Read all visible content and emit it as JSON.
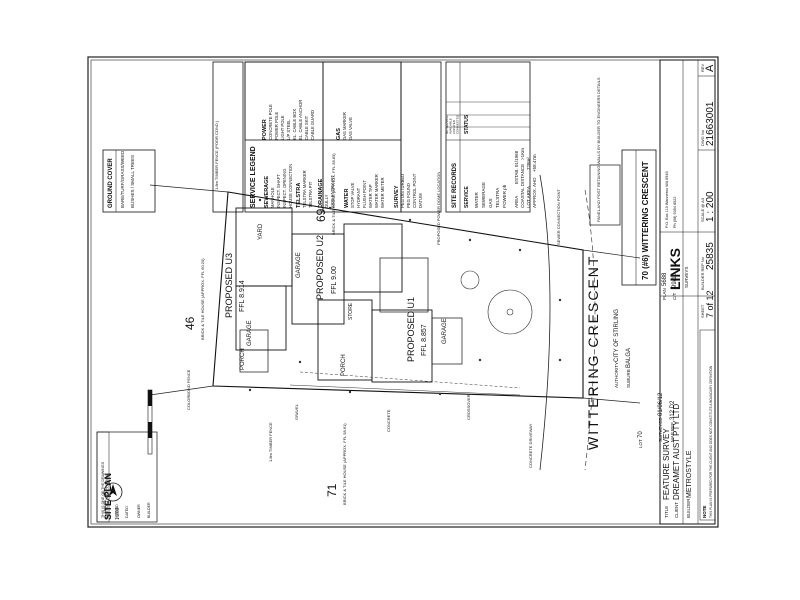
{
  "legend": {
    "title": "SERVICE LEGEND",
    "power_heading": "POWER",
    "power_items": [
      "CONCRETE POLE",
      "POWER POLE",
      "LIGHT POLE",
      "L/P STEEL",
      "EL. CABLE BOX",
      "EL. CABLE ANCHOR",
      "CABLE SKIT",
      "CABLE GUARD"
    ],
    "gas_heading": "GAS",
    "gas_items": [
      "GAS MARKER",
      "GAS VALVE"
    ],
    "sewerage_heading": "SEWERAGE",
    "sewerage_items": [
      "MANHOLE",
      "INSPECT. SHAFT",
      "INSPECT. OPENING",
      "HOUSE CONNECTION"
    ],
    "telstra_heading": "TELSTRA",
    "telstra_items": [
      "TELSTRA MARKER",
      "TELSTRA PIT"
    ],
    "drainage_heading": "DRAINAGE",
    "drainage_items": [
      "GULLY",
      "SIDE ENTRY PIT"
    ],
    "water_heading": "WATER",
    "water_items": [
      "STOP VALVE",
      "HYDRANT",
      "FLUSH POINT",
      "WATER TAP",
      "WATER MARKER",
      "WATER METER"
    ],
    "survey_heading": "SURVEY",
    "survey_items": [
      "PEG DISTURBED",
      "PEG FOUND",
      "CONTROL POINT",
      "DATUM"
    ]
  },
  "ground_cover": {
    "title": "GROUND COVER",
    "line1": "BARE/TURF/GRASS/WEED",
    "line2": "BUSHES / SMALL TREES"
  },
  "site_records": {
    "title": "SITE RECORDS",
    "col_service": "SERVICE",
    "col_status": "STATUS",
    "statuses": [
      "NO SERVICE",
      "AVAILABLE",
      "LOCATED",
      "CONNECTED"
    ],
    "rows": [
      "WATER",
      "SEWERAGE",
      "GAS",
      "TELSTRA",
      "POWER ph"
    ],
    "area_label": "AREA",
    "area_value": "ESTAB. 01/1968",
    "coastal_label": "COASTAL DISTANCE",
    "coastal_value": ">1Km",
    "lot_area_label": "LOT AREA",
    "lot_area_value": "728m²",
    "ahd_label": "APPROX. AHD",
    "ahd_value": "+58.47m"
  },
  "panel": {
    "fence_note": "PANEL AND POST RETAINING WALLS BY BUILDER TO ENGINEERS DETAILS",
    "address": "70 (#6) WITTERING CRESCENT",
    "suburb_label": "SUBURB",
    "suburb": "BALGA",
    "authority_label": "AUTHORITY",
    "authority": "CITY OF STIRLING",
    "lot_label": "LOT",
    "lot": "70",
    "plan_label": "PLAN",
    "plan": "5688",
    "surveyed_label": "SURVEYED",
    "surveyed": "01/06/12",
    "map_ref_label": "MAP REF",
    "map_ref": "312 D2",
    "cert_label": "C/T",
    "cert": "99/10"
  },
  "title_block": {
    "title_label": "TITLE",
    "title": "FEATURE SURVEY",
    "client_label": "CLIENT",
    "client": "DREAMET AUST PTY LTD",
    "builder_label": "BUILDER",
    "builder": "METROSTYLE",
    "firm": "LINKS",
    "firm_sub": "SURVEYS",
    "firm_contact": "P.O. Box 110 Wanneroo WA 6946",
    "firm_phone": "Ph (08) 9354 8522",
    "builder_rep_label": "BUILDER REP No",
    "scale_label": "SCALE @ A3",
    "scale": "1 : 200",
    "dwg_label": "DWG No",
    "dwg": "21663001",
    "sheet_label": "SHEET",
    "sheet": "7 of 12",
    "job": "25835",
    "rev_label": "REV",
    "rev": "A"
  },
  "plan": {
    "site_plan_label": "SITE PLAN",
    "site_plan_scale": "1:200",
    "street_name": "WITTERING  CRESCENT",
    "lot_46": "46",
    "lot_46_note": "BRICK & TILE HOUSE (APPROX. FFL 60.20)",
    "lot_69": "69",
    "lot_69_note": "BRICK & TILE HOUSE (APPROX. FFL 58.83)",
    "lot_71": "71",
    "lot_71_note": "BRICK & TILE HOUSE (APPROX. FFL 58.61)",
    "u1": "PROPOSED U1",
    "u1_ffl": "FFL 8.857",
    "u2": "PROPOSED U2",
    "u2_ffl": "FFL 9.00",
    "u3": "PROPOSED U3",
    "u3_ffl": "FFL 8.914",
    "garage": "GARAGE",
    "porch": "PORCH",
    "yard": "YARD",
    "store": "STORE",
    "crossover": "CROSSOVER",
    "concrete": "CONCRETE",
    "driveway": "CONCRETE DRIVEWAY",
    "gravel": "GRAVEL",
    "power_dome": "PROPOSED POWER DOME LOCATION",
    "sewer_note": "SEWER CONNECTION POINT",
    "fence_1": "1.8m TIMBER FENCE",
    "fence_2": "1.8m TIMBER FENCE (POOR COND.)",
    "fence_3": "COLORBOND FENCE"
  },
  "approval": {
    "line1": "THIS IS ONE OF THE DRAWINGS",
    "line2": "METROSTYLE APPROVAL",
    "signed_label": "SIGNED",
    "dated_label": "DATED",
    "owner_label": "OWNER",
    "builder_label": "BUILDER"
  },
  "note": {
    "heading": "NOTE",
    "text": "THIS PLAN IS PREPARED FOR THE CLIENT AND DOES NOT CONSTITUTE A BOUNDARY DEFINITION"
  }
}
